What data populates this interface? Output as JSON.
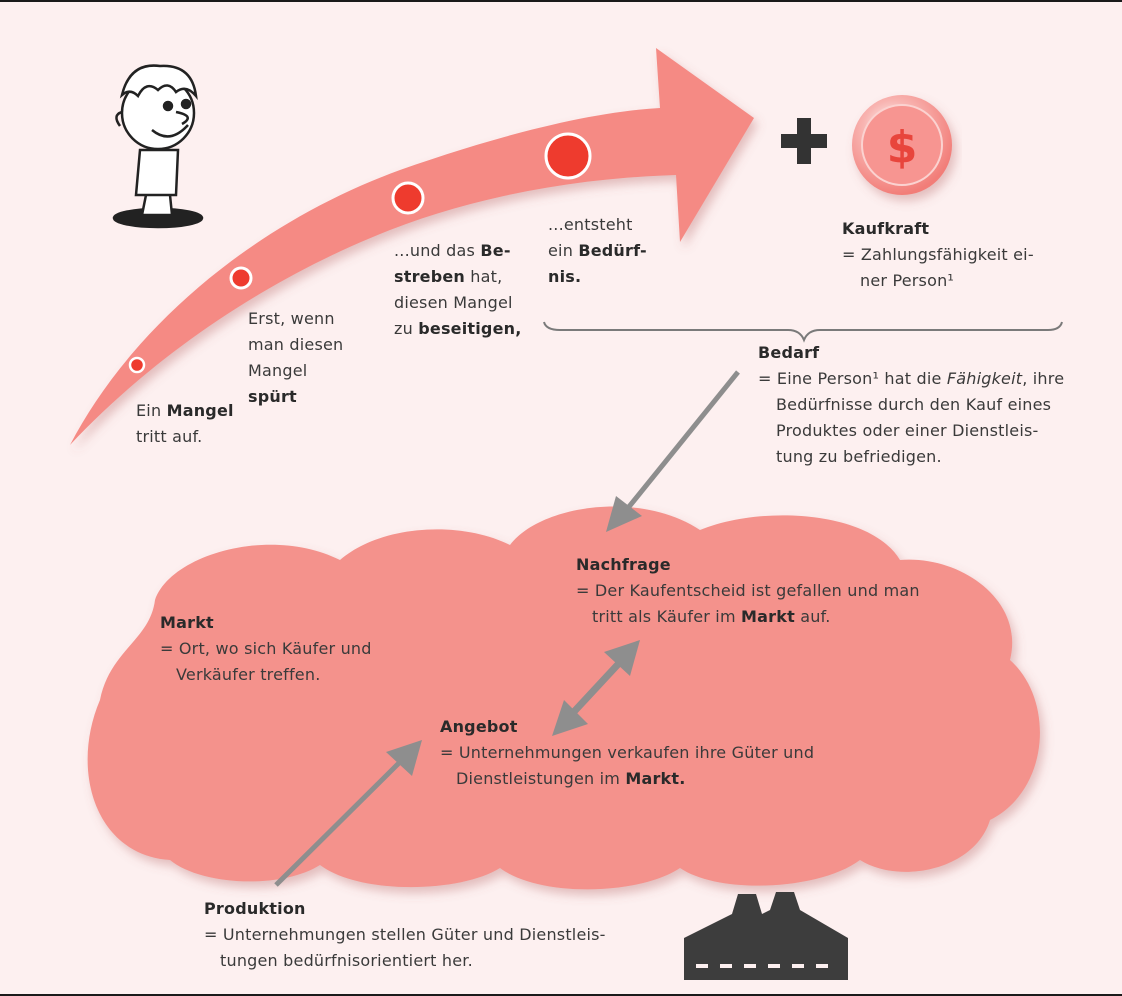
{
  "colors": {
    "background": "#fdf0f0",
    "arrow_fill": "#f58a84",
    "cloud_fill": "#f4928c",
    "dot_fill": "#ee3b2e",
    "connector_gray": "#8e8e8e",
    "plus_sign": "#333333",
    "coin": "#f5a0a0"
  },
  "icons": {
    "person": "cartoon-boy-icon",
    "coin": "dollar-coin-icon",
    "plus": "plus-icon",
    "factory": "factory-icon",
    "coin_symbol": "$"
  },
  "steps": {
    "s1": {
      "l1": "Ein ",
      "b1": "Mangel",
      "l2": "tritt auf."
    },
    "s2": {
      "l1": "Erst, wenn",
      "l2": "man diesen",
      "l3": "Mangel",
      "b1": "spürt"
    },
    "s3": {
      "l1": "...und das ",
      "b1": "Be-",
      "b2": "streben",
      "l2": " hat,",
      "l3": "diesen Mangel",
      "l4": "zu ",
      "b3": "beseitigen,"
    },
    "s4": {
      "l1": "...entsteht",
      "l2": "ein ",
      "b1": "Bedürf-",
      "b2": "nis."
    }
  },
  "kaufkraft": {
    "title": "Kaufkraft",
    "l1": "= Zahlungsfähigkeit ei-",
    "l2": "ner Person¹"
  },
  "bedarf": {
    "title": "Bedarf",
    "l1a": "= Eine Person¹ hat die ",
    "l1i": "Fähigkeit",
    "l1b": ", ihre",
    "l2": "Bedürfnisse durch den Kauf eines",
    "l3": "Produktes oder einer Dienstleis-",
    "l4": "tung zu befriedigen."
  },
  "nachfrage": {
    "title": "Nachfrage",
    "l1": "= Der Kaufentscheid ist gefallen und man",
    "l2a": "tritt als Käufer im ",
    "l2b": "Markt",
    "l2c": " auf."
  },
  "markt": {
    "title": "Markt",
    "l1": "= Ort, wo sich Käufer und",
    "l2": "Verkäufer treffen."
  },
  "angebot": {
    "title": "Angebot",
    "l1": "= Unternehmungen verkaufen ihre Güter und",
    "l2a": "Dienstleistungen im ",
    "l2b": "Markt."
  },
  "produktion": {
    "title": "Produktion",
    "l1": "= Unternehmungen stellen Güter und Dienstleis-",
    "l2": "tungen bedürfnisorientiert her."
  }
}
